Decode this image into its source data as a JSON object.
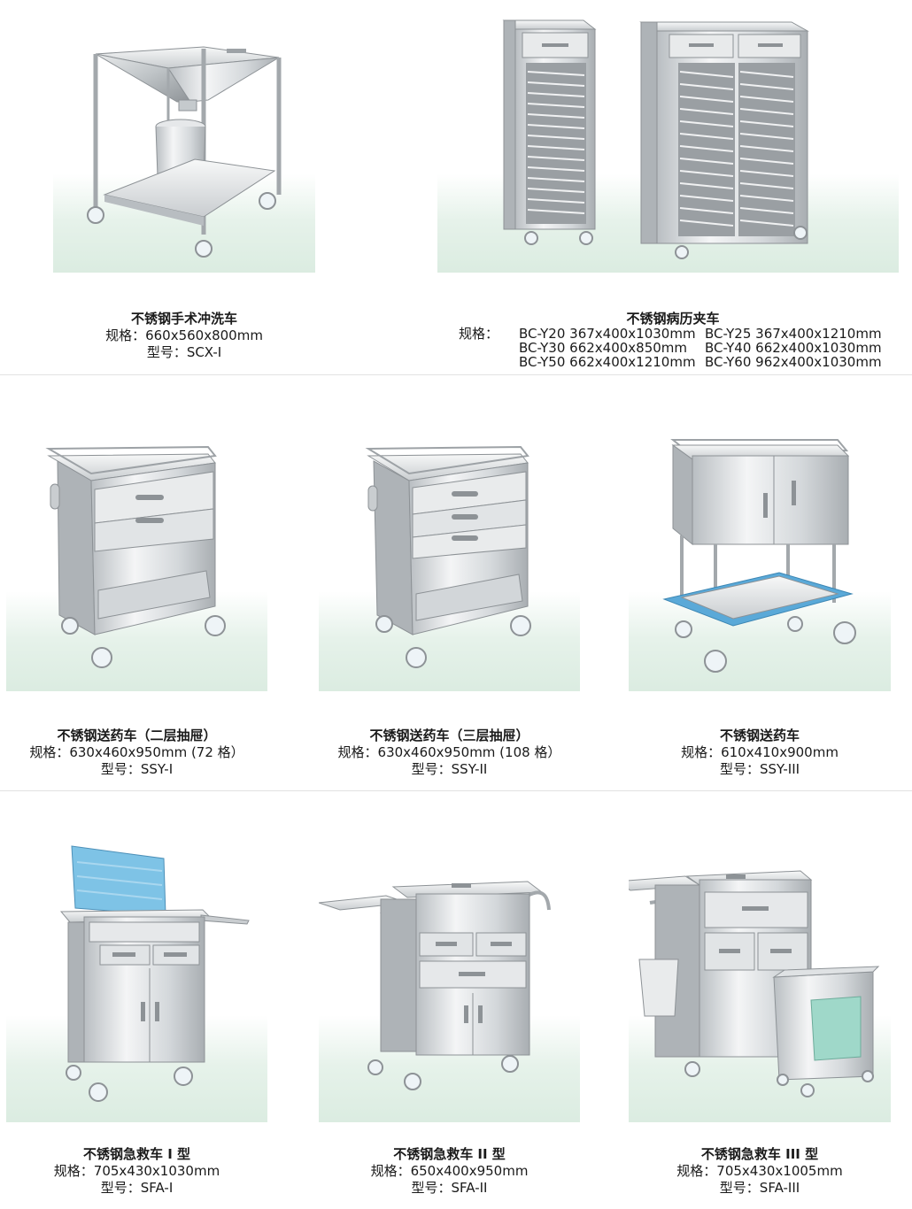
{
  "colors": {
    "panel_mint": "#dbece1",
    "steel_light": "#eef0f1",
    "steel_mid": "#c7cbce",
    "steel_dark": "#8d9296",
    "bumper_blue": "#5aa9d8",
    "drawer_blue": "#7ec3e6",
    "glass_green": "#9fd8c9"
  },
  "products": [
    {
      "name": "不锈钢手术冲洗车",
      "spec": "规格：660x560x800mm",
      "model": "型号：SCX-I",
      "image_icon": "washing-cart-illustration"
    },
    {
      "name": "不锈钢病历夹车",
      "spec_label": "规格：",
      "spec_rows": [
        [
          "BC-Y20 367x400x1030mm",
          "BC-Y25 367x400x1210mm"
        ],
        [
          "BC-Y30 662x400x850mm",
          "BC-Y40 662x400x1030mm"
        ],
        [
          "BC-Y50 662x400x1210mm",
          "BC-Y60 962x400x1030mm"
        ]
      ],
      "image_icon": "record-cart-illustration"
    },
    {
      "name": "不锈钢送药车（二层抽屉）",
      "spec": "规格：630x460x950mm (72 格）",
      "model": "型号：SSY-I",
      "image_icon": "medicine-cart-2drawer-illustration"
    },
    {
      "name": "不锈钢送药车（三层抽屉）",
      "spec": "规格：630x460x950mm (108 格）",
      "model": "型号：SSY-II",
      "image_icon": "medicine-cart-3drawer-illustration"
    },
    {
      "name": "不锈钢送药车",
      "spec": "规格：610x410x900mm",
      "model": "型号：SSY-III",
      "image_icon": "medicine-cabinet-cart-illustration"
    },
    {
      "name": "不锈钢急救车 I 型",
      "spec": "规格：705x430x1030mm",
      "model": "型号：SFA-I",
      "image_icon": "emergency-cart-1-illustration"
    },
    {
      "name": "不锈钢急救车 II 型",
      "spec": "规格：650x400x950mm",
      "model": "型号：SFA-II",
      "image_icon": "emergency-cart-2-illustration"
    },
    {
      "name": "不锈钢急救车 III 型",
      "spec": "规格：705x430x1005mm",
      "model": "型号：SFA-III",
      "image_icon": "emergency-cart-3-illustration"
    }
  ]
}
